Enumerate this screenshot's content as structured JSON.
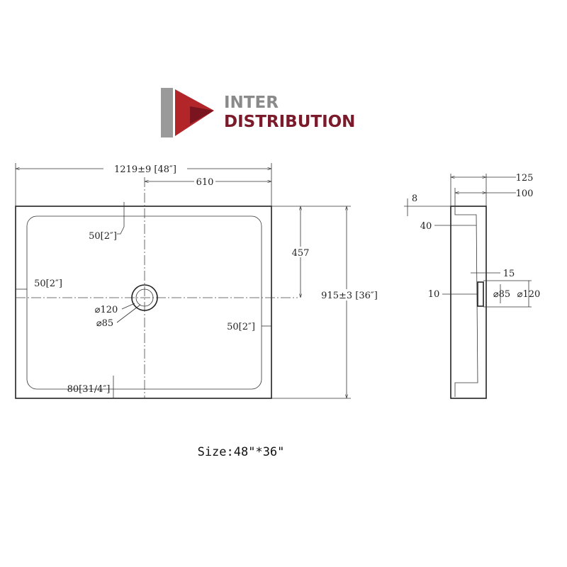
{
  "logo": {
    "line1": "INTER",
    "line2": "DISTRIBUTION"
  },
  "front_view": {
    "overall_width": "1219±9 [48″]",
    "half_width": "610",
    "half_depth": "457",
    "overall_depth": "915±3 [36″]",
    "top_rim": "50[2″]",
    "left_rim": "50[2″]",
    "right_rim": "50[2″]",
    "bottom_rim": "80[31/4″]",
    "drain_outer": "⌀120",
    "drain_inner": "⌀85"
  },
  "side_view": {
    "total_height": "125",
    "body_height": "100",
    "lip": "8",
    "step": "40",
    "drain_depth": "15",
    "drain_offset": "10",
    "drain_inner": "⌀85",
    "drain_outer": "⌀120"
  },
  "size_label": "Size:48\"*36\""
}
